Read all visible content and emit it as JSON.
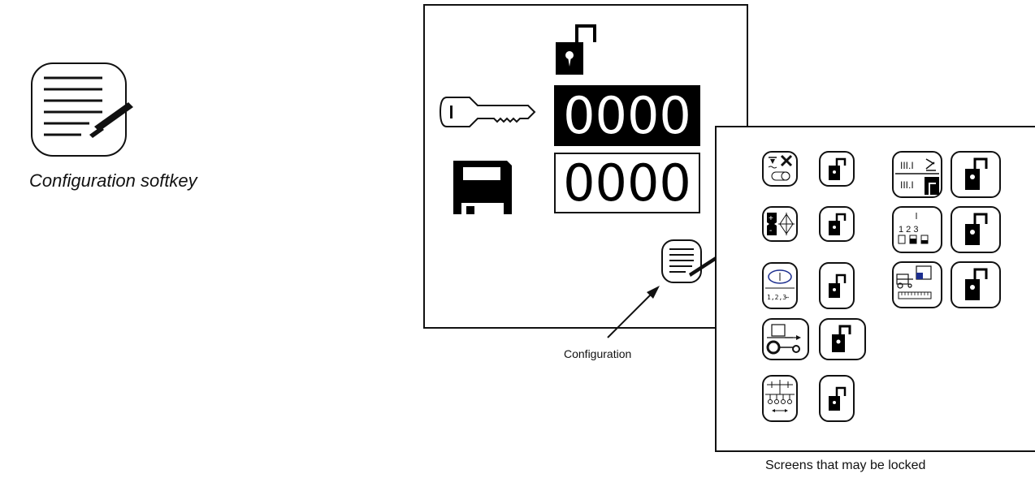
{
  "softkey_caption": "Configuration softkey",
  "main_panel": {
    "code_locked": "0000",
    "code_saved": "0000",
    "config_label": "Configuration"
  },
  "locks_panel": {
    "caption": "Screens that may be locked",
    "settings_screen_numbers": "1,2,3",
    "section_numbers": "1 2 3",
    "roman_numerals_top": "III.I",
    "roman_numerals_bottom": "III.I"
  },
  "icons": {
    "softkey": "configuration-notepad-icon",
    "padlock": "padlock-open-icon",
    "key": "key-icon",
    "save": "floppy-disk-icon"
  }
}
